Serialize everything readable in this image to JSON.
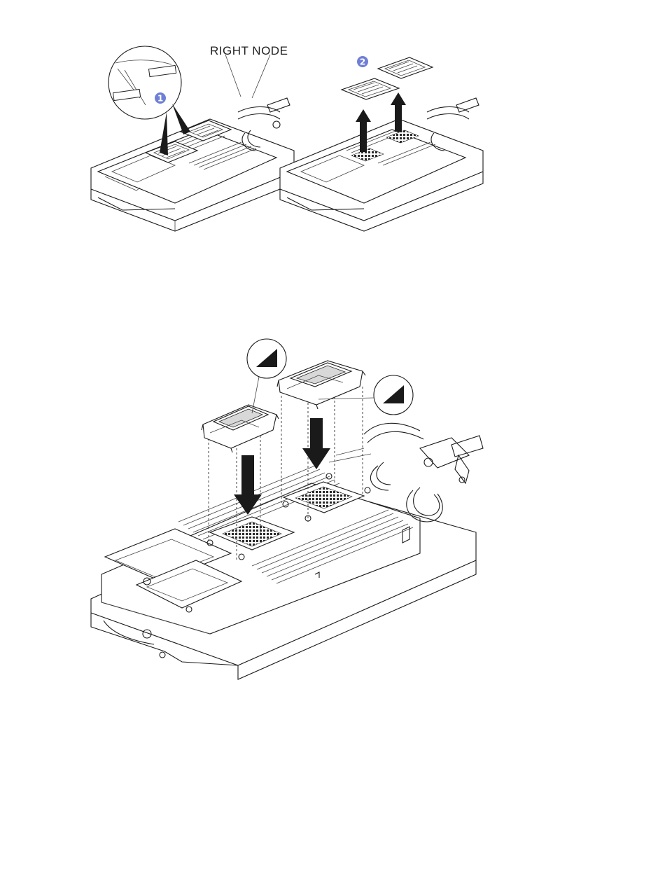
{
  "figure_top": {
    "label_right_node": "RIGHT NODE",
    "callout_1": "1",
    "callout_2": "2"
  },
  "colors": {
    "callout": "#6f7fd6",
    "line": "#1a1a1a",
    "background": "#ffffff"
  },
  "icons": [
    "tape-icon",
    "triangle-orientation-icon",
    "down-arrow-icon",
    "up-arrow-icon"
  ]
}
